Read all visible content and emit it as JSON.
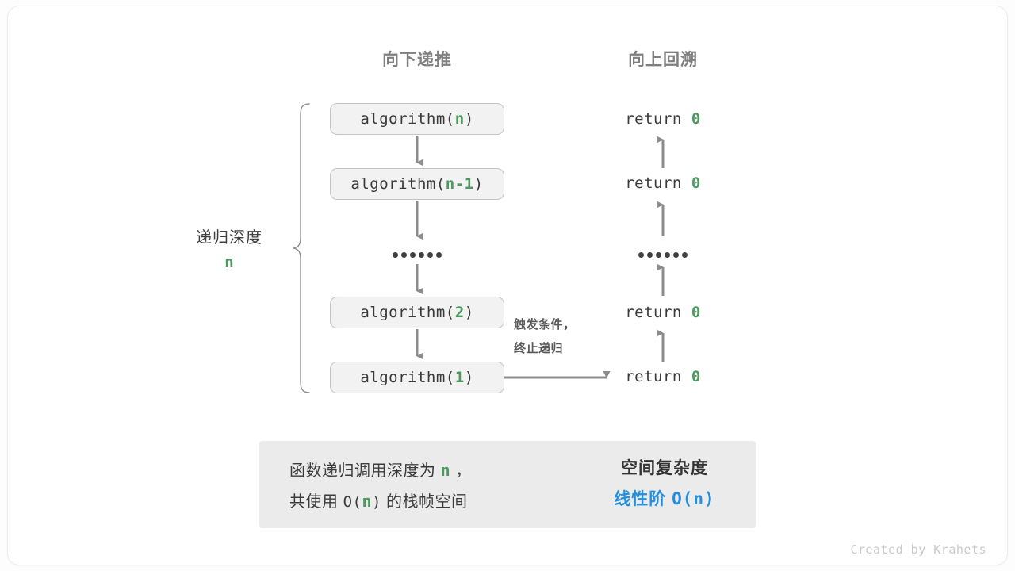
{
  "headers": {
    "down": "向下递推",
    "up": "向上回溯"
  },
  "depth_brace": {
    "label": "递归深度",
    "value": "n"
  },
  "call_stack": [
    {
      "fn": "algorithm(",
      "arg": "n",
      "close": ")"
    },
    {
      "fn": "algorithm(",
      "arg": "n-1",
      "close": ")"
    },
    {
      "fn": "algorithm(",
      "arg": "2",
      "close": ")"
    },
    {
      "fn": "algorithm(",
      "arg": "1",
      "close": ")"
    }
  ],
  "returns": [
    {
      "kw": "return ",
      "val": "0"
    },
    {
      "kw": "return ",
      "val": "0"
    },
    {
      "kw": "return ",
      "val": "0"
    },
    {
      "kw": "return ",
      "val": "0"
    }
  ],
  "ellipsis": "••••••",
  "note": {
    "line1": "触发条件，",
    "line2": "终止递归"
  },
  "summary": {
    "left_line1_a": "函数递归调用深度为 ",
    "left_line1_n": "n",
    "left_line1_b": " ，",
    "left_line2_a": "共使用 ",
    "left_line2_o": "O(",
    "left_line2_n": "n",
    "left_line2_c": ")",
    "left_line2_b": " 的栈帧空间",
    "right_title": "空间复杂度",
    "right_value_label": "线性阶 ",
    "right_value_expr": "O(n)"
  },
  "credit": "Created by Krahets",
  "colors": {
    "green": "#4a9a5e",
    "blue": "#2490dc",
    "arrow_gray": "#8c8c8c",
    "box_fill": "#f2f2f2",
    "box_border": "#c4c4c4",
    "panel_bg": "#ebebeb",
    "heading_gray": "#7f7f7f"
  }
}
